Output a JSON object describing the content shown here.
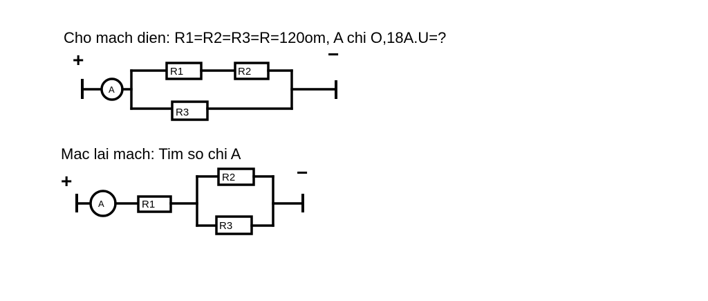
{
  "question1": "Cho mach dien: R1=R2=R3=R=120om, A chi O,18A.U=?",
  "question2": "Mac lai mach: Tim so chi A",
  "plus_sign": "+",
  "minus_sign": "−",
  "ammeter_label": "A",
  "resistors": {
    "r1": "R1",
    "r2": "R2",
    "r3": "R3"
  }
}
